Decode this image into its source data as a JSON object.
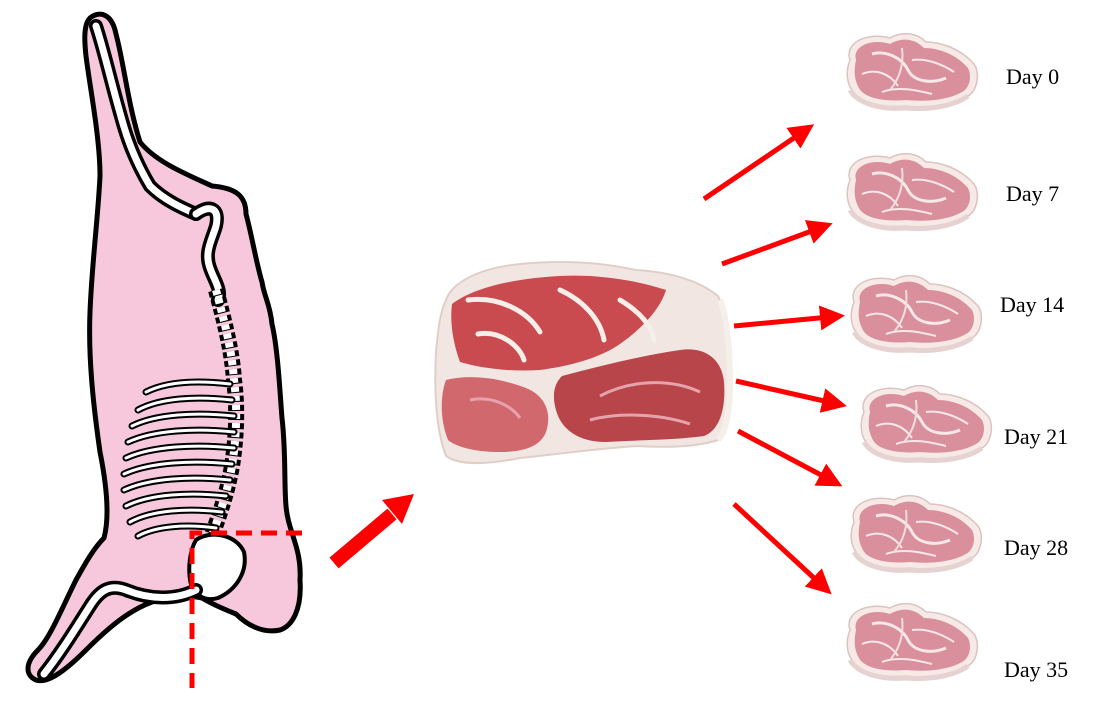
{
  "colors": {
    "carcass_fill": "#f7c8dc",
    "outline": "#000000",
    "bone": "#ffffff",
    "arrow": "#ff0000",
    "meat_red": "#c94a4f",
    "meat_pink": "#e7a3ad",
    "fat": "#f6efe9"
  },
  "diagram": {
    "carcass_icon": "pig-carcass-skeleton-icon",
    "roast_icon": "pork-shoulder-roast-icon",
    "slice_icon": "pork-steak-slice-icon",
    "cut_line_style": "dashed"
  },
  "days": [
    "Day 0",
    "Day 7",
    "Day 14",
    "Day 21",
    "Day 28",
    "Day 35"
  ]
}
